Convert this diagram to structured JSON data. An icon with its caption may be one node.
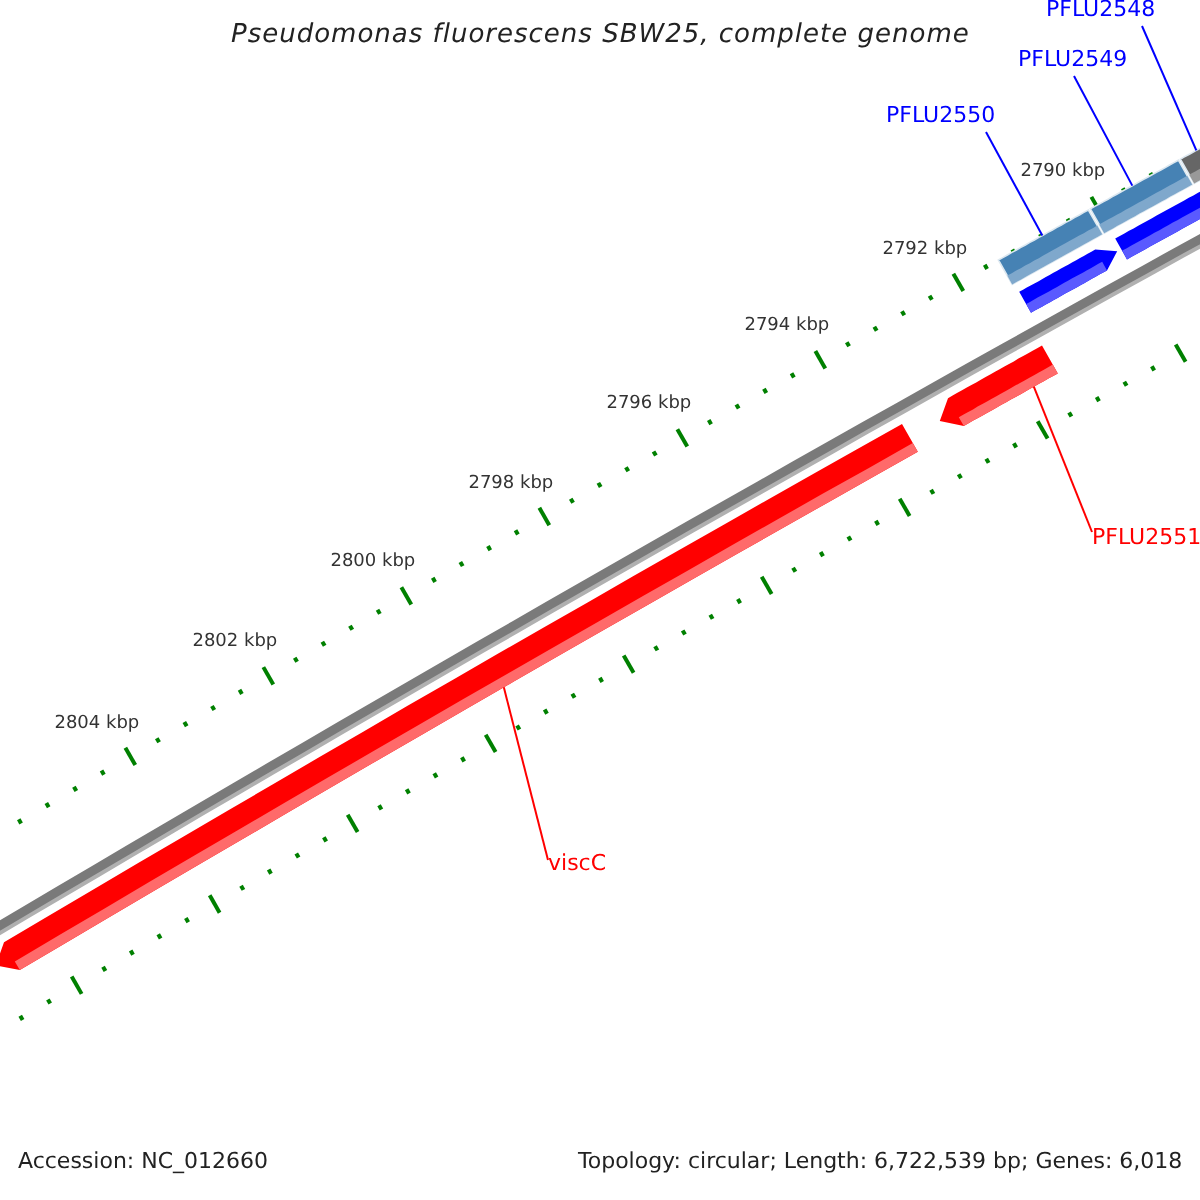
{
  "diagram": {
    "title": "Pseudomonas fluorescens SBW25, complete genome",
    "nodes": [
      {
        "text": [
          "PFLU2548"
        ]
      },
      {
        "text": [
          "PFLU2549"
        ]
      },
      {
        "text": [
          "PFLU2550"
        ]
      },
      {
        "text": [
          "PFLU2551"
        ]
      },
      {
        "text": [
          "viscC"
        ]
      },
      {
        "text": [],
        "shape": "arrow"
      },
      {
        "text": [],
        "shape": "arrow"
      },
      {
        "text": [],
        "shape": "box"
      },
      {
        "text": [],
        "shape": "arrow"
      },
      {
        "text": [],
        "shape": "box"
      },
      {
        "text": [],
        "shape": "arrow"
      },
      {
        "text": [],
        "shape": "box"
      }
    ],
    "edges": [
      {
        "from": 0,
        "to": 11,
        "arrow": "none"
      },
      {
        "from": 1,
        "to": 9,
        "arrow": "none"
      },
      {
        "from": 2,
        "to": 7,
        "arrow": "none"
      },
      {
        "from": 3,
        "to": 6,
        "arrow": "none",
        "color": "#ff0000"
      },
      {
        "from": 4,
        "to": 5,
        "arrow": "none",
        "color": "#ff0000"
      }
    ],
    "labels": [
      "2790 kbp",
      "2792 kbp",
      "2794 kbp",
      "2796 kbp",
      "2798 kbp",
      "2800 kbp",
      "2802 kbp",
      "2804 kbp",
      "Accession: NC_012660",
      "Topology: circular; Length: 6,722,539 bp; Genes: 6,018"
    ]
  }
}
